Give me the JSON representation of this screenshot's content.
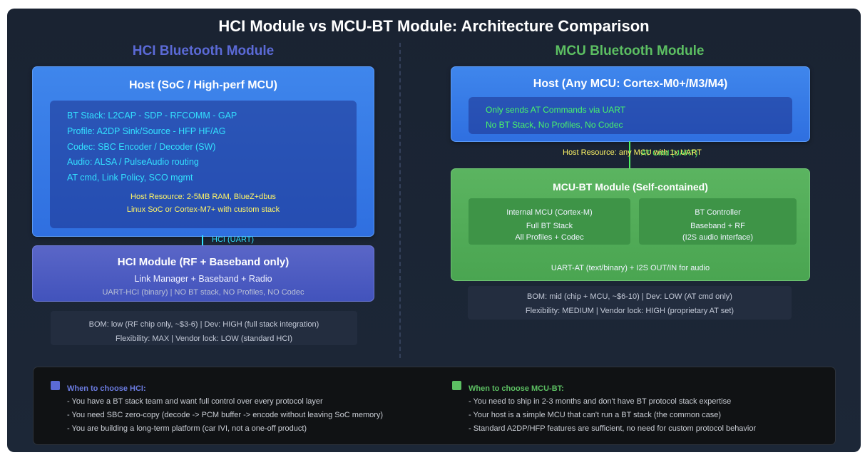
{
  "title": "HCI Module vs MCU-BT Module: Architecture Comparison",
  "colors": {
    "hci_accent": "#5b6ad6",
    "mcu_accent": "#5cbf62",
    "host_blue": "#3b7de9",
    "cyan_text": "#33e0ff",
    "yellow_text": "#fff566",
    "green_text": "#49f56a"
  },
  "hci": {
    "heading": "HCI Bluetooth Module",
    "host": {
      "title": "Host (SoC / High-perf MCU)",
      "stack_lines": [
        "BT Stack: L2CAP - SDP - RFCOMM - GAP",
        "Profile: A2DP Sink/Source - HFP HF/AG",
        "Codec: SBC Encoder / Decoder (SW)",
        "Audio: ALSA / PulseAudio routing",
        "AT cmd, Link Policy, SCO mgmt"
      ],
      "resource_lines": [
        "Host Resource: 2-5MB RAM, BlueZ+dbus",
        "Linux SoC or Cortex-M7+ with custom stack"
      ]
    },
    "link_label": "HCI (UART)",
    "module": {
      "title": "HCI Module (RF + Baseband only)",
      "subtitle": "Link Manager + Baseband + Radio",
      "note": "UART-HCI (binary) | NO BT stack, NO Profiles, NO Codec"
    },
    "stats": [
      "BOM: low (RF chip only, ~$3-6) | Dev: HIGH (full stack integration)",
      "Flexibility: MAX | Vendor lock: LOW (standard HCI)"
    ]
  },
  "mcu": {
    "heading": "MCU Bluetooth Module",
    "host": {
      "title": "Host (Any MCU: Cortex-M0+/M3/M4)",
      "lines": [
        "Only sends AT Commands via UART",
        "No BT Stack, No Profiles, No Codec"
      ]
    },
    "link_label": "AT Cmd (UART)",
    "resource_label": "Host Resource: any MCU with 1x UART",
    "module": {
      "title": "MCU-BT Module (Self-contained)",
      "left": {
        "title": "Internal MCU (Cortex-M)",
        "lines": [
          "Full BT Stack",
          "All Profiles + Codec"
        ]
      },
      "right": {
        "title": "BT Controller",
        "lines": [
          "Baseband + RF",
          "(I2S audio interface)"
        ]
      },
      "note": "UART-AT (text/binary) + I2S OUT/IN for audio"
    },
    "stats": [
      "BOM: mid (chip + MCU, ~$6-10) | Dev: LOW (AT cmd only)",
      "Flexibility: MEDIUM | Vendor lock: HIGH (proprietary AT set)"
    ]
  },
  "guidance": {
    "hci": {
      "title": "When to choose HCI:",
      "items": [
        "- You have a BT stack team and want full control over every protocol layer",
        "- You need SBC zero-copy (decode -> PCM buffer -> encode without leaving SoC memory)",
        "- You are building a long-term platform (car IVI, not a one-off product)"
      ]
    },
    "mcu": {
      "title": "When to choose MCU-BT:",
      "items": [
        "- You need to ship in 2-3 months and don't have BT protocol stack expertise",
        "- Your host is a simple MCU that can't run a BT stack (the common case)",
        "- Standard A2DP/HFP features are sufficient, no need for custom protocol behavior"
      ]
    }
  }
}
